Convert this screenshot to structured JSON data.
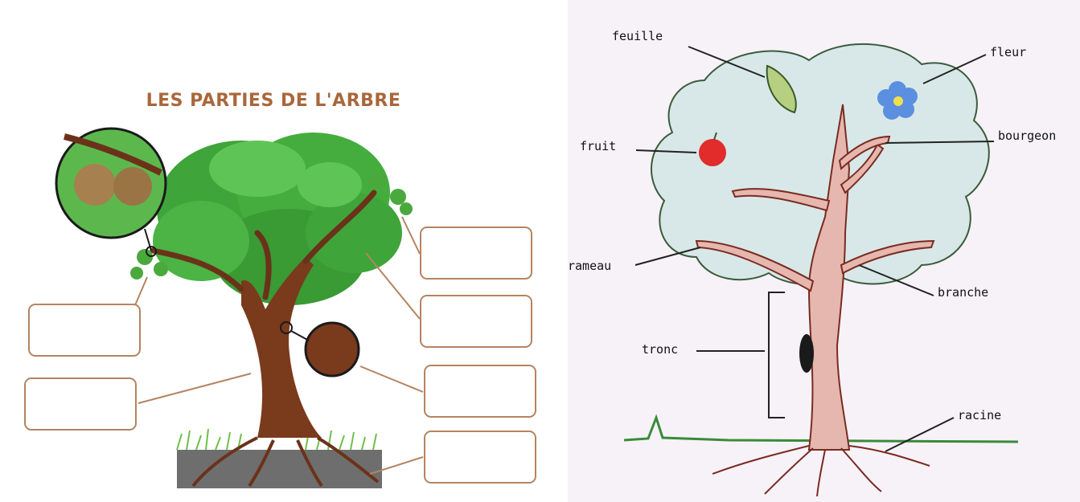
{
  "left": {
    "title": "LES PARTIES DE L'ARBRE",
    "blank_boxes": 6
  },
  "right": {
    "labels": {
      "feuille": "feuille",
      "fleur": "fleur",
      "fruit": "fruit",
      "bourgeon": "bourgeon",
      "rameau": "rameau",
      "branche": "branche",
      "tronc": "tronc",
      "racine": "racine"
    }
  },
  "colors": {
    "title": "#a9673b",
    "box_border": "#b48461",
    "foliage_left": "#3fa43a",
    "trunk_left": "#7a3a1c",
    "crown_right": "#d8e8e8",
    "trunk_right": "#e6b7ae"
  }
}
